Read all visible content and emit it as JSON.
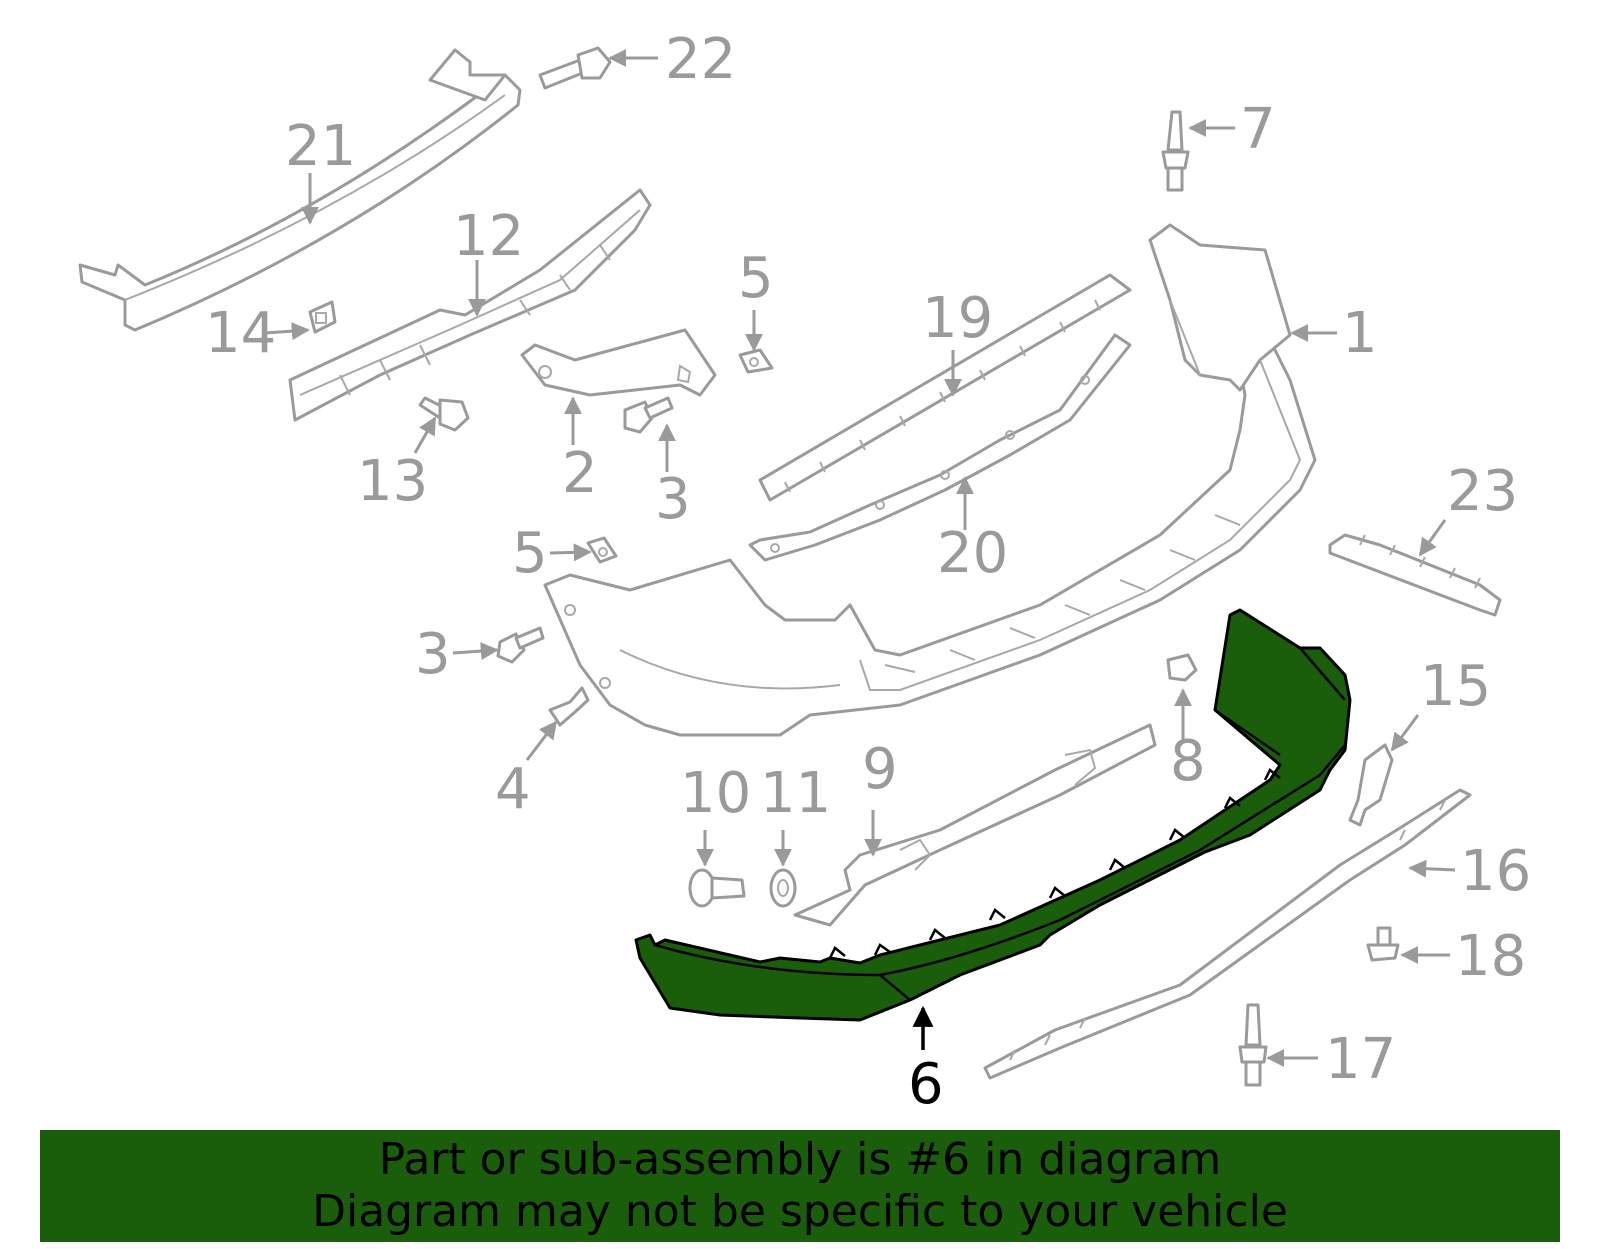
{
  "highlight": {
    "part_number": "6",
    "color": "#1a5e0c"
  },
  "labels": {
    "p1": "1",
    "p2": "2",
    "p3a": "3",
    "p3b": "3",
    "p4": "4",
    "p5a": "5",
    "p5b": "5",
    "p6": "6",
    "p7": "7",
    "p8": "8",
    "p9": "9",
    "p10": "10",
    "p11": "11",
    "p12": "12",
    "p13": "13",
    "p14": "14",
    "p15": "15",
    "p16": "16",
    "p17": "17",
    "p18": "18",
    "p19": "19",
    "p20": "20",
    "p21": "21",
    "p22": "22",
    "p23": "23"
  },
  "footer": {
    "line1": "Part or sub-assembly is #6 in diagram",
    "line2": "Diagram may not be specific to your vehicle",
    "background": "#1a5e0c"
  }
}
